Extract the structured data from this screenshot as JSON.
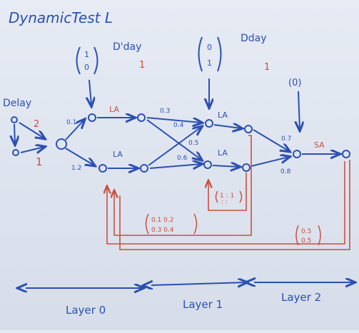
{
  "title": "DynamicTest L",
  "colors": {
    "ink_blue": "#2b4fb3",
    "ink_red": "#c8503f",
    "board": "#e4e9f2"
  },
  "input_vectors": {
    "left": [
      "1",
      "0"
    ],
    "middle": [
      "0",
      "1"
    ],
    "right": "(0)"
  },
  "delay_labels": {
    "left_top": "D'day",
    "left_bottom": "1",
    "mid_top": "Dday",
    "mid_bottom": "1",
    "side": "Delay"
  },
  "delay_side_values": {
    "top": "2",
    "bottom": "1"
  },
  "edge_weights": {
    "w01": "0.1",
    "w02": "1.2",
    "w03": "0.3",
    "w04": "0.4",
    "w05": "0.5",
    "w06": "0.6",
    "w07": "0.7",
    "w08": "0.8"
  },
  "block_labels": {
    "la1": "LA",
    "la2": "LA",
    "la3": "LA",
    "la4": "LA",
    "sa": "SA"
  },
  "feedback_matrices": {
    "small": {
      "r1": "1 : 1",
      "r2": ": :"
    },
    "left": {
      "r1": "0.1  0.2",
      "r2": "0.3  0.4"
    },
    "right": {
      "r1": "0.5",
      "r2": "0.5"
    }
  },
  "layers": [
    "Layer 0",
    "Layer 1",
    "Layer 2"
  ]
}
